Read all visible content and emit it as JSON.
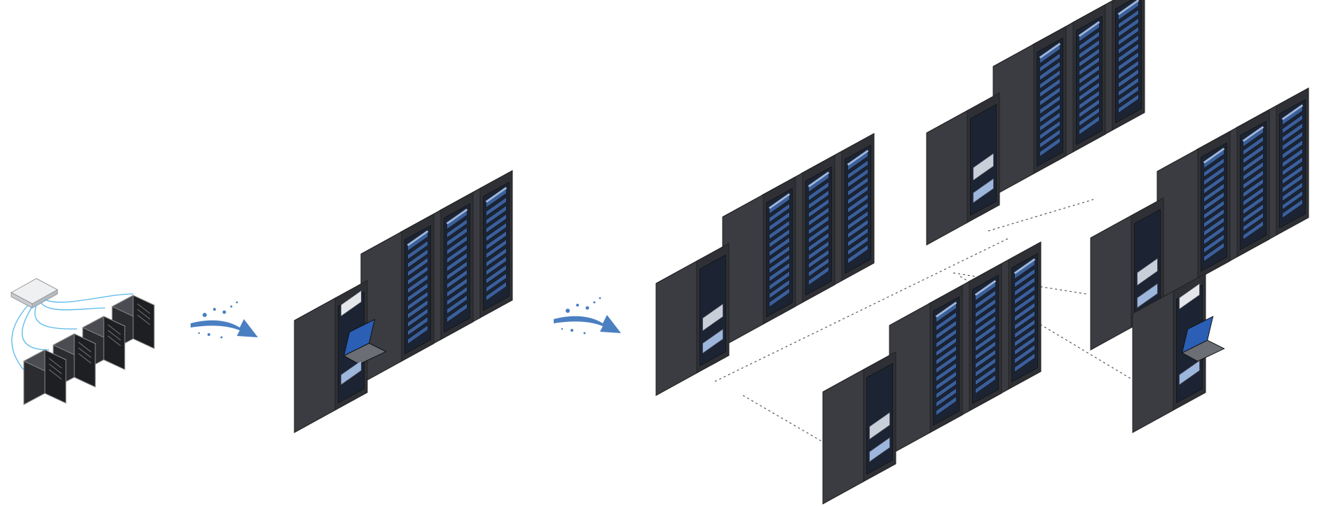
{
  "diagram": {
    "stages": [
      {
        "id": "stage-1",
        "kind": "desktop-towers",
        "tower_count": 4,
        "has_switch": true
      },
      {
        "id": "stage-2",
        "kind": "rack-row",
        "rack_count": 4,
        "has_kvm_console": true
      },
      {
        "id": "stage-3",
        "kind": "multi-rack-datacenter",
        "group_count": 4,
        "has_kvm_console": true
      }
    ],
    "arrows": [
      {
        "from": "stage-1",
        "to": "stage-2",
        "icon": "splash-arrow-icon"
      },
      {
        "from": "stage-2",
        "to": "stage-3",
        "icon": "splash-arrow-icon"
      }
    ],
    "colors": {
      "rack_top": "#5a5c62",
      "rack_left": "#3a3c41",
      "rack_right": "#2e3035",
      "rack_door": "#1c2433",
      "server_blue": "#3b5f9a",
      "server_light": "#9db6dc",
      "arrow": "#4a7fc1",
      "cable": "#57b8ea",
      "connector": "#555555"
    }
  }
}
